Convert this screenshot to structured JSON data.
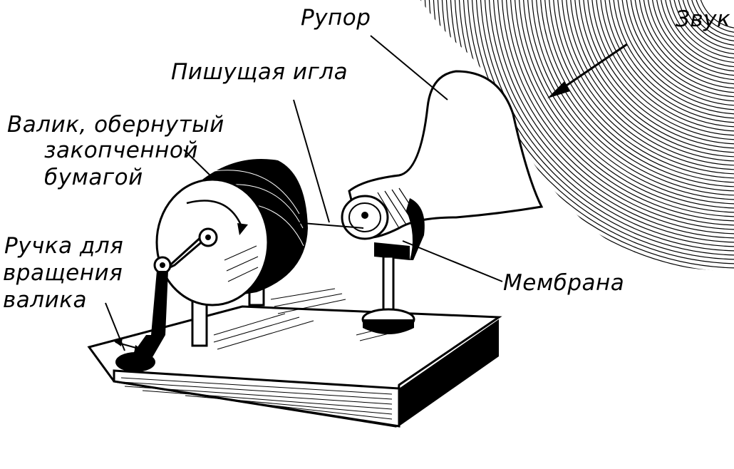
{
  "labels": {
    "horn": "Рупор",
    "sound": "Звук",
    "stylus": "Пишущая игла",
    "drum_line1": "Валик, обернутый",
    "drum_line2": "закопченной",
    "drum_line3": "бумагой",
    "handle_line1": "Ручка для",
    "handle_line2": "вращения",
    "handle_line3": "валика",
    "membrane": "Мембрана"
  },
  "colors": {
    "ink": "#000000",
    "paper": "#ffffff"
  }
}
